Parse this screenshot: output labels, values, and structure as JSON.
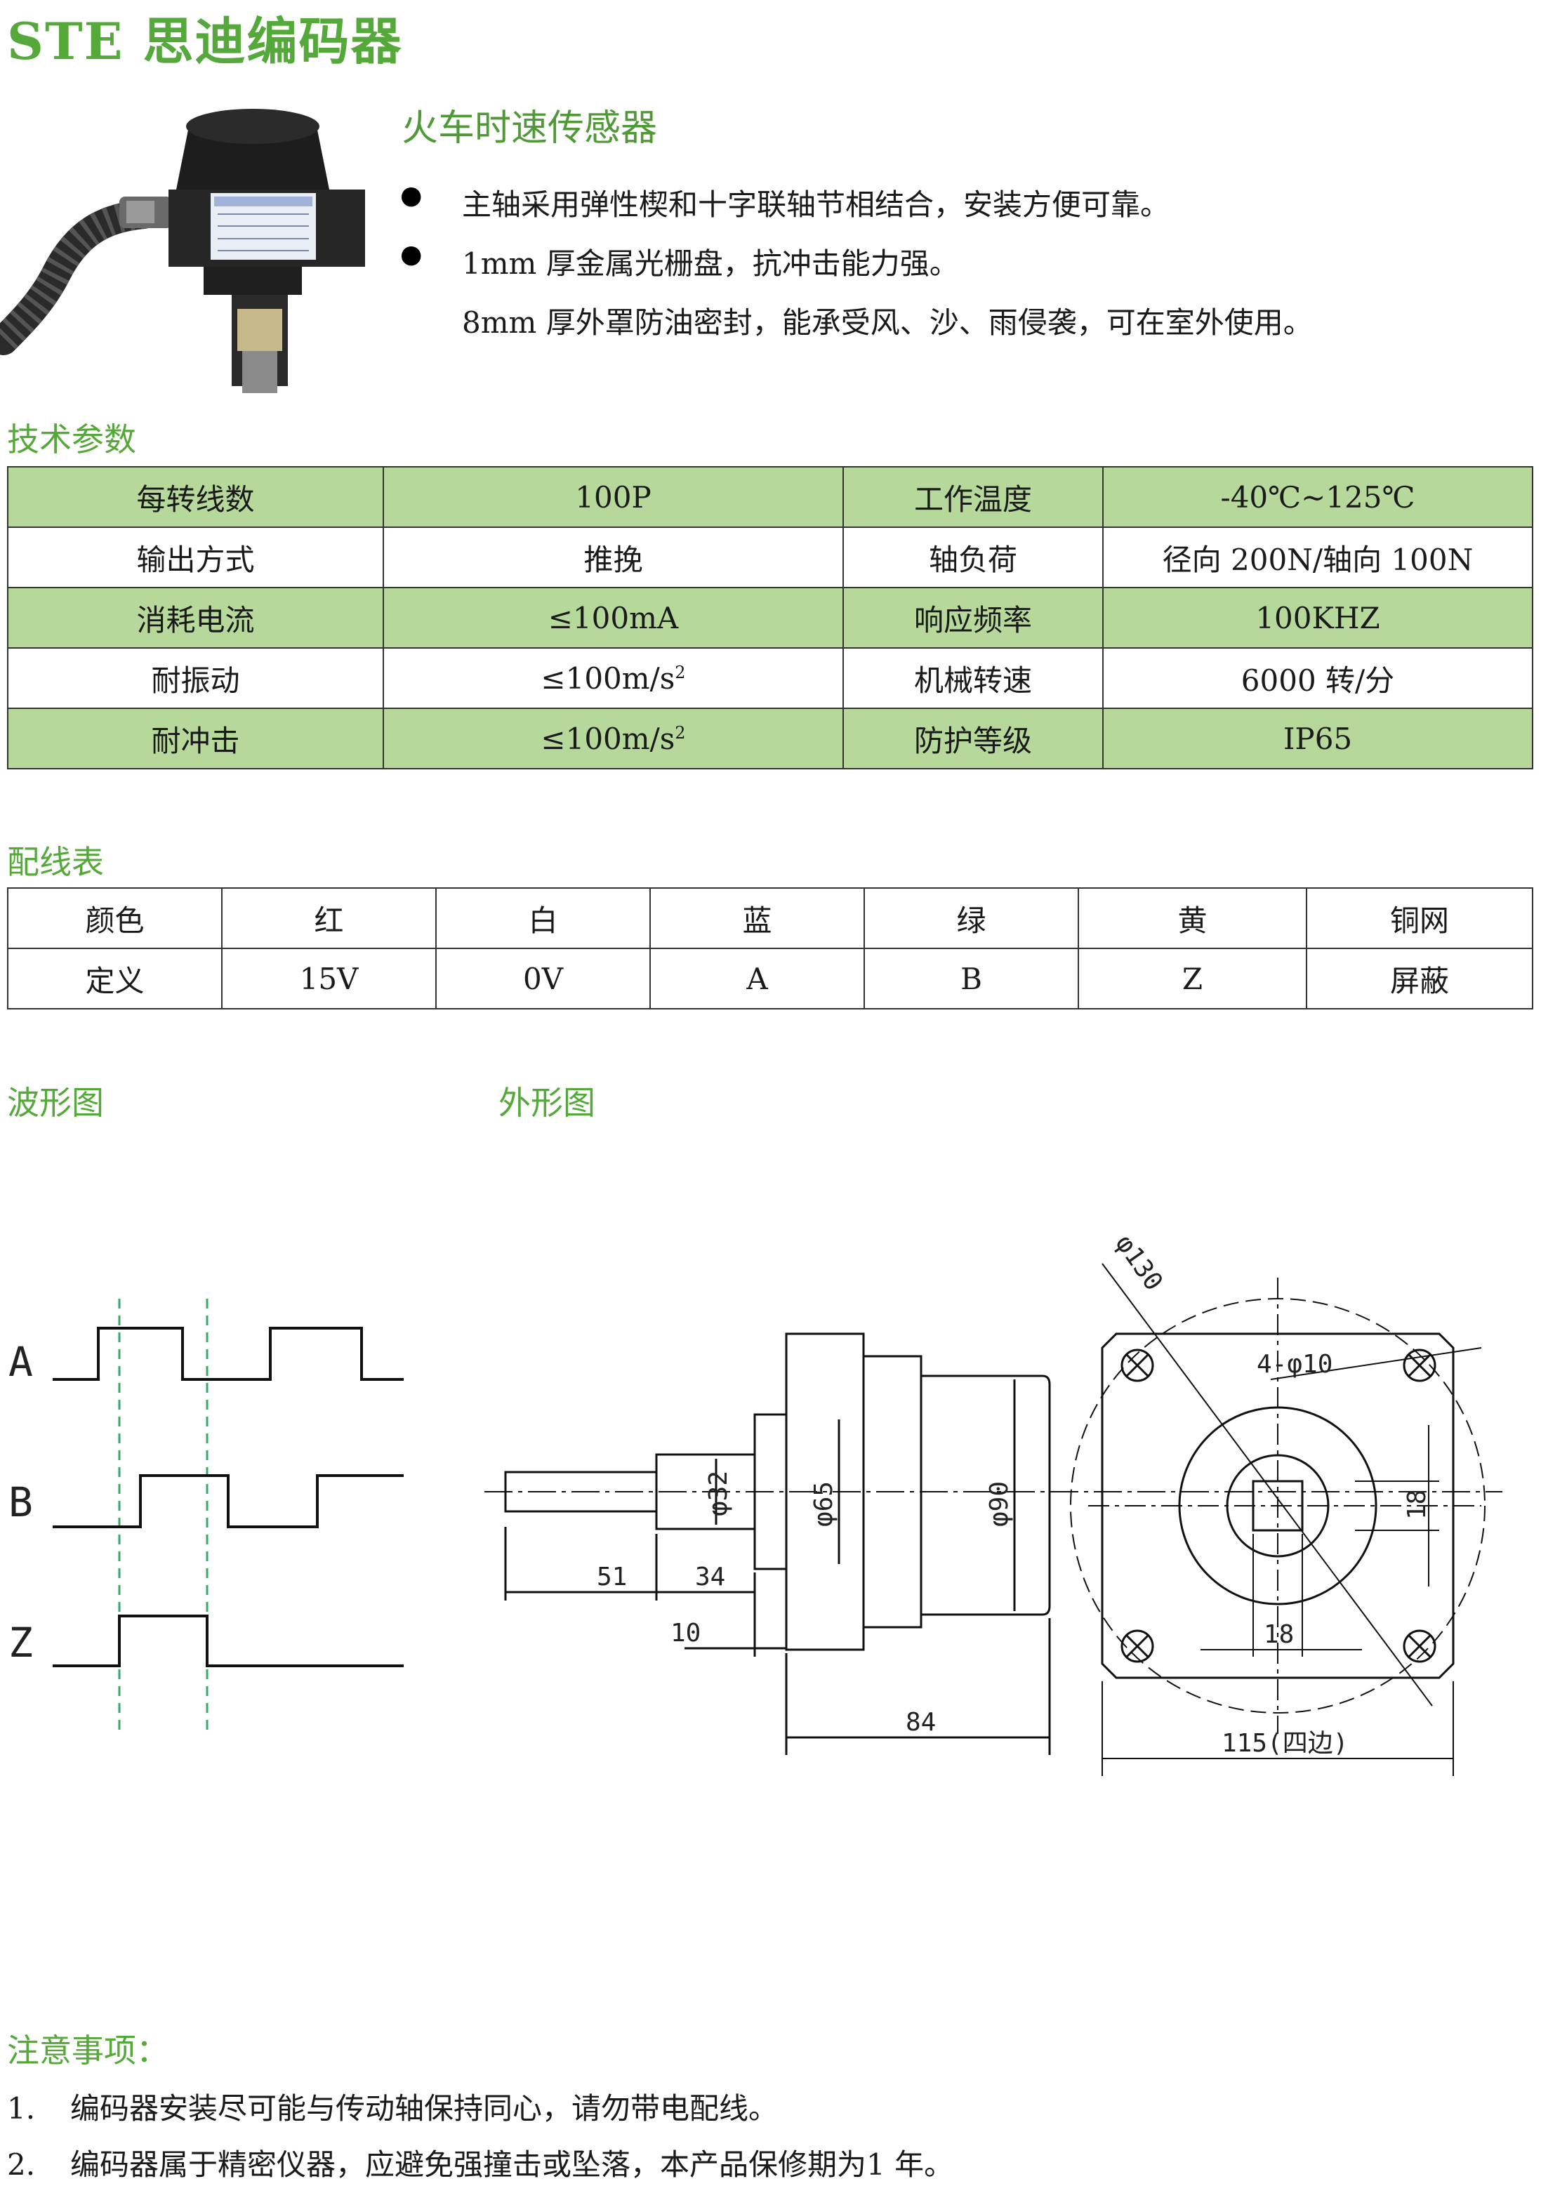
{
  "header": {
    "brand": "STE 思迪编码器",
    "product_title": "火车时速传感器"
  },
  "features": [
    {
      "bullet": "●",
      "text": "主轴采用弹性楔和十字联轴节相结合，安装方便可靠。"
    },
    {
      "bullet": "●",
      "text": "1mm 厚金属光栅盘，抗冲击能力强。"
    },
    {
      "bullet": "",
      "text": "8mm 厚外罩防油密封，能承受风、沙、雨侵袭，可在室外使用。"
    }
  ],
  "specs": {
    "title": "技术参数",
    "rows": [
      {
        "k1": "每转线数",
        "v1": "100P",
        "k2": "工作温度",
        "v2": "-40℃~125℃",
        "v1_sup": ""
      },
      {
        "k1": "输出方式",
        "v1": "推挽",
        "k2": "轴负荷",
        "v2": "径向 200N/轴向 100N",
        "v1_sup": ""
      },
      {
        "k1": "消耗电流",
        "v1": "≤100mA",
        "k2": "响应频率",
        "v2": "100KHZ",
        "v1_sup": ""
      },
      {
        "k1": "耐振动",
        "v1": "≤100m/s",
        "k2": "机械转速",
        "v2": "6000 转/分",
        "v1_sup": "2"
      },
      {
        "k1": "耐冲击",
        "v1": "≤100m/s",
        "k2": "防护等级",
        "v2": "IP65",
        "v1_sup": "2"
      }
    ]
  },
  "wiring": {
    "title": "配线表",
    "header": [
      "颜色",
      "红",
      "白",
      "蓝",
      "绿",
      "黄",
      "铜网"
    ],
    "values": [
      "定义",
      "15V",
      "0V",
      "A",
      "B",
      "Z",
      "屏蔽"
    ]
  },
  "waveform": {
    "title": "波形图",
    "channels": [
      "A",
      "B",
      "Z"
    ]
  },
  "outline": {
    "title": "外形图",
    "dims": {
      "d130": "φ130",
      "holes": "4-φ10",
      "d32": "φ32",
      "d65": "φ65",
      "d90": "φ90",
      "l51": "51",
      "l34": "34",
      "l10": "10",
      "l84": "84",
      "h18": "18",
      "w18": "18",
      "l115": "115(四边)"
    }
  },
  "notes": {
    "title": "注意事项：",
    "items": [
      {
        "num": "1.",
        "text": "编码器安装尽可能与传动轴保持同心，请勿带电配线。"
      },
      {
        "num": "2.",
        "text": "编码器属于精密仪器，应避免强撞击或坠落，本产品保修期为1 年。"
      }
    ]
  },
  "colors": {
    "accent": "#55a83a",
    "table_green": "#b6d89a"
  }
}
